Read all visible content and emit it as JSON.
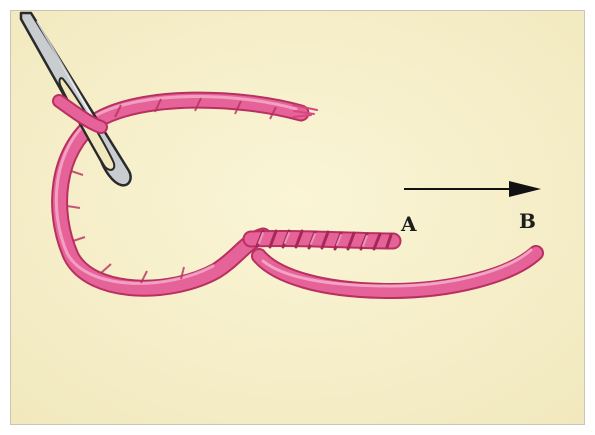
{
  "diagram": {
    "labels": {
      "a": "A",
      "b": "B"
    },
    "direction_arrow": "points-right",
    "colors": {
      "background": "#f7f0cc",
      "thread": "#e6639a",
      "thread_dark": "#b8305f",
      "thread_light": "#f6b4cf",
      "needle": "#c9cdd0",
      "needle_outline": "#2a2a2a",
      "arrow": "#111111"
    }
  }
}
